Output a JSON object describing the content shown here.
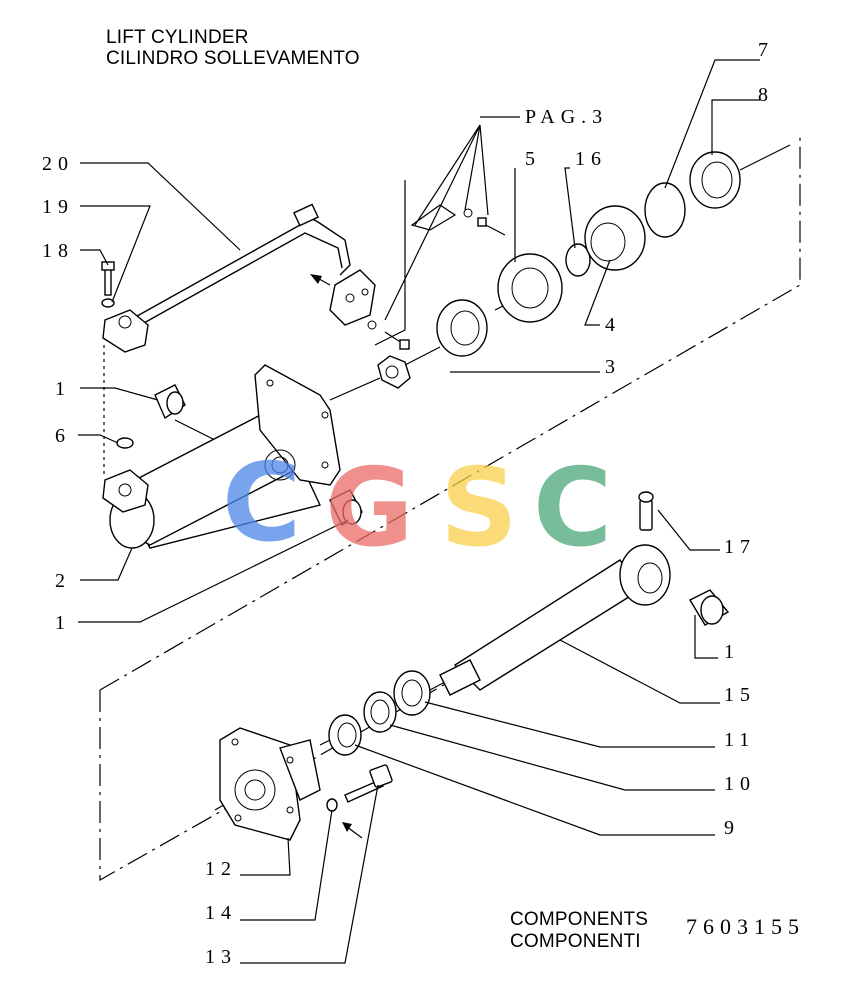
{
  "header": {
    "title_en": "LIFT CYLINDER",
    "title_it": "CILINDRO SOLLEVAMENTO"
  },
  "footer": {
    "components_en": "COMPONENTS",
    "components_it": "COMPONENTI",
    "code": "7603155"
  },
  "reference": "PAG.3",
  "callouts": [
    "20",
    "19",
    "18",
    "1",
    "6",
    "2",
    "1",
    "7",
    "8",
    "5",
    "16",
    "4",
    "3",
    "17",
    "1",
    "15",
    "11",
    "10",
    "9",
    "12",
    "14",
    "13"
  ],
  "watermark": {
    "letters": [
      "C",
      "G",
      "S",
      "C"
    ],
    "colors": [
      "#4a86e8",
      "#ea6b66",
      "#f9cf4a",
      "#4aa87a"
    ]
  }
}
